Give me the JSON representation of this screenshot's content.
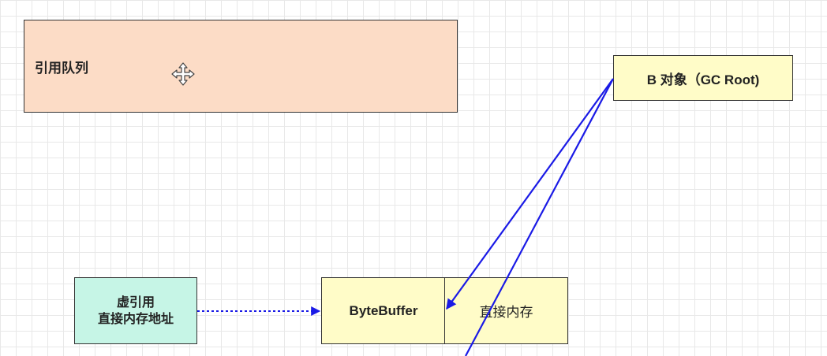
{
  "nodes": {
    "reference_queue": "引用队列",
    "gc_root": "B 对象（GC Root)",
    "phantom_reference": {
      "line1": "虚引用",
      "line2": "直接内存地址"
    },
    "byte_buffer": "ByteBuffer",
    "direct_memory": "直接内存"
  },
  "colors": {
    "arrow": "#1a1ae6",
    "queue_fill": "#fcdcc6",
    "object_fill": "#fffcc8",
    "phantom_fill": "#c6f5e6"
  },
  "icons": {
    "cursor": "move-cursor-icon"
  }
}
